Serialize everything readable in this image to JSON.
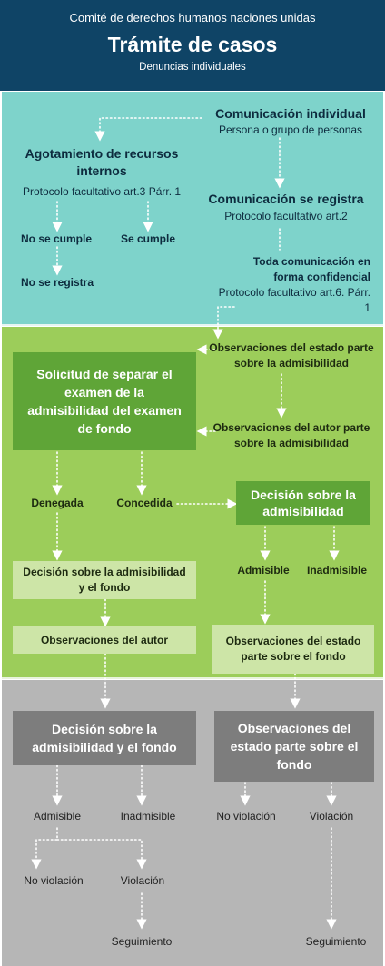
{
  "header": {
    "org": "Comité de derechos humanos naciones unidas",
    "title": "Trámite de casos",
    "subtitle": "Denuncias individuales"
  },
  "stage1": {
    "comunicacion_title": "Comunicación individual",
    "comunicacion_sub": "Persona o grupo de personas",
    "agotamiento_title": "Agotamiento de recursos internos",
    "agotamiento_sub": "Protocolo facultativo art.3 Párr. 1",
    "no_se_cumple": "No se cumple",
    "se_cumple": "Se cumple",
    "no_se_registra": "No se registra",
    "registra_title": "Comunicación se registra",
    "registra_sub": "Protocolo facultativo art.2",
    "confidencial_title": "Toda comunicación en forma confidencial",
    "confidencial_sub": "Protocolo facultativo art.6. Párr. 1"
  },
  "stage2": {
    "solicitud": "Solicitud de separar el examen de la admisibilidad del examen de fondo",
    "obs_estado_admis": "Observaciones del estado parte sobre la admisibilidad",
    "obs_autor_admis": "Observaciones del autor parte sobre la admisibilidad",
    "denegada": "Denegada",
    "concedida": "Concedida",
    "decision_admis": "Decisión sobre la admisibilidad",
    "decision_admis_fondo": "Decisión sobre la admisibilidad y el fondo",
    "admisible": "Admisible",
    "inadmisible": "Inadmisible",
    "obs_autor": "Observaciones del autor",
    "obs_estado_fondo": "Observaciones del estado parte sobre el fondo"
  },
  "stage3": {
    "decision_admis_fondo": "Decisión sobre la admisibilidad y el fondo",
    "obs_estado_fondo": "Observaciones del estado parte sobre el fondo",
    "admisible": "Admisible",
    "inadmisible": "Inadmisible",
    "no_violacion_left": "No violación",
    "violacion_left": "Violación",
    "seguimiento_left": "Seguimiento",
    "no_violacion_right": "No violación",
    "violacion_right": "Violación",
    "seguimiento_right": "Seguimiento"
  },
  "colors": {
    "header": "#0f4466",
    "stage1": "#7ed3cb",
    "stage2": "#9ccd5a",
    "stage3": "#b6b6b6",
    "box_dark_green": "#5fa537",
    "box_light_green": "#cde5a7",
    "box_grey": "#7d7d7d"
  }
}
